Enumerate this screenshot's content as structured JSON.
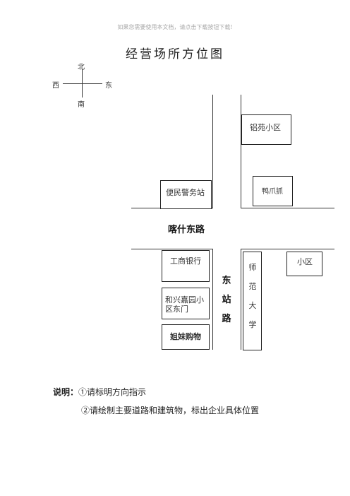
{
  "notice": "如果您需要使用本文档，请点击下载按钮下载!",
  "title": "经营场所方位图",
  "compass": {
    "north": "北",
    "south": "南",
    "west": "西",
    "east": "东"
  },
  "roads": {
    "horizontal": "喀什东路",
    "vertical": "东站路"
  },
  "buildings": {
    "lvyuan": "铝苑小区",
    "police": "便民警务站",
    "yazhua": "鸭爪抓",
    "icbc": "工商银行",
    "hexing": "和兴嘉园小区东门",
    "jiemei": "姐妹购物",
    "normal_univ": "师范大学",
    "xiaoqu": "小区"
  },
  "notes": {
    "label": "说明：",
    "item1": "①请标明方向指示",
    "item2": "②请绘制主要道路和建筑物，标出企业具体位置"
  }
}
